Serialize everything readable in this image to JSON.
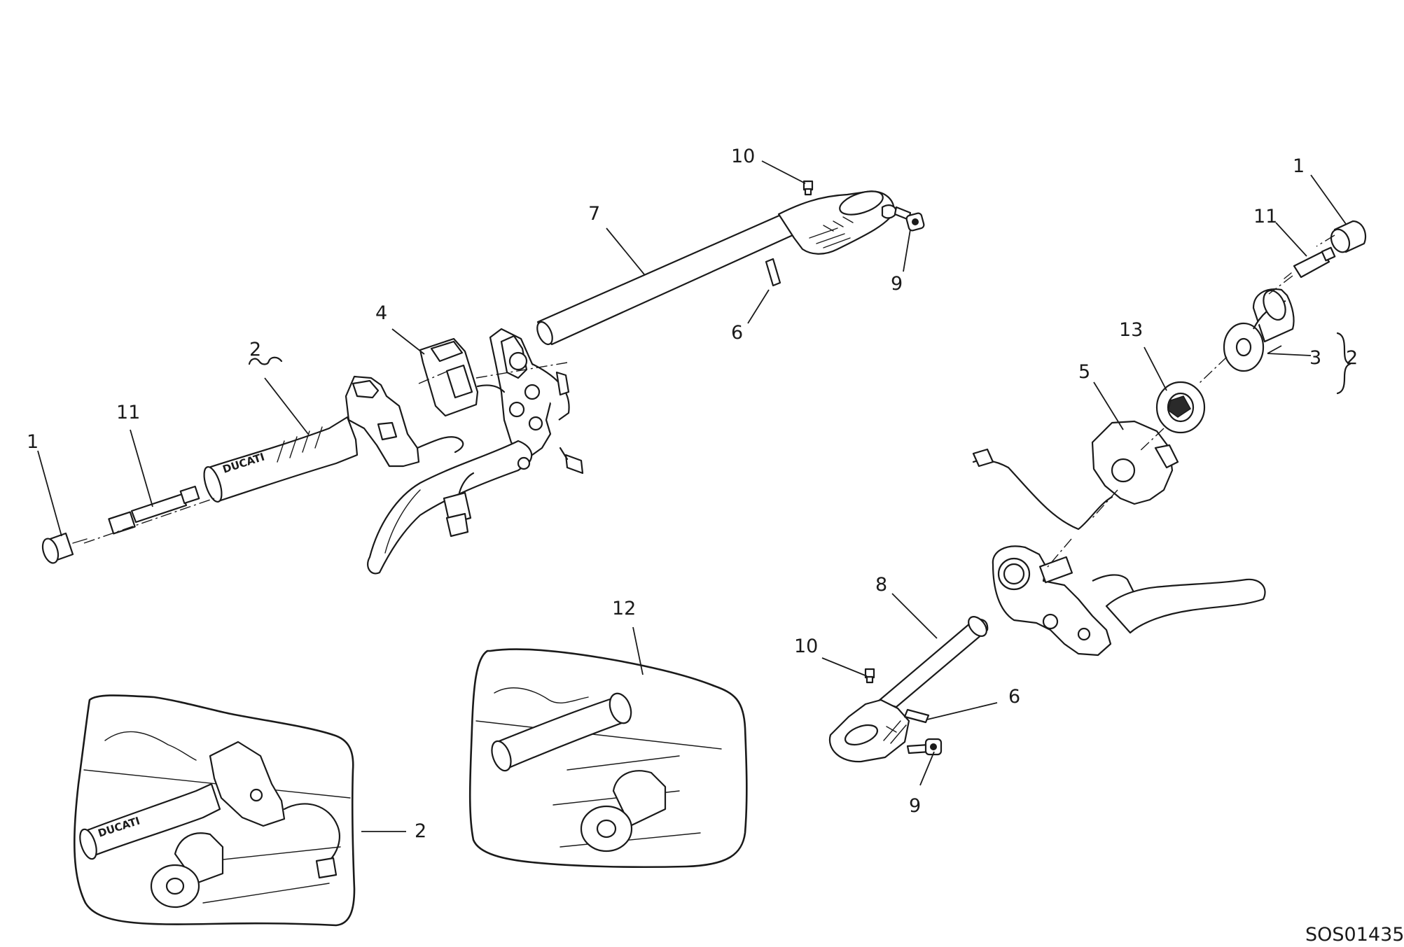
{
  "callouts": {
    "left_bar_endcap": "1",
    "left_bar_grip_set": "2",
    "left_bar_counterweight": "11",
    "left_switch": "4",
    "left_bar_handlebar": "7",
    "left_bar_clamp_screw": "10",
    "left_bar_pin": "6",
    "left_bar_clamp_bolt": "9",
    "right_bar_endcap": "1",
    "right_bar_counterweight": "11",
    "right_grip": "3",
    "right_grip_set": "2",
    "right_throttle_ring": "13",
    "right_switch": "5",
    "right_bar_handlebar": "8",
    "right_bar_clamp_screw": "10",
    "right_bar_pin": "6",
    "right_bar_clamp_bolt": "9",
    "inset_left_assembly": "2",
    "inset_right_assembly": "12"
  },
  "grip_brand_text": "DUCATI",
  "document_id": "SOS01435"
}
